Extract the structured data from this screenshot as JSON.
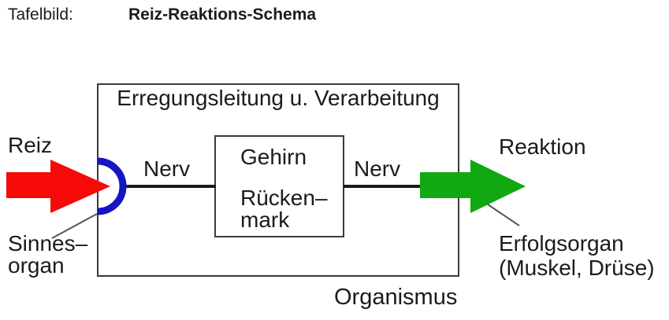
{
  "header": {
    "label": "Tafelbild:",
    "title": "Reiz-Reaktions-Schema"
  },
  "diagram": {
    "outer_box_title": "Erregungsleitung u. Verarbeitung",
    "organism_label": "Organismus",
    "stimulus_label": "Reiz",
    "reaction_label": "Reaktion",
    "nerve_left_label": "Nerv",
    "nerve_right_label": "Nerv",
    "cns_box": {
      "line1": "Gehirn",
      "line2": "Rücken–",
      "line3": "mark"
    },
    "sense_organ": {
      "line1": "Sinnes–",
      "line2": "organ"
    },
    "effector_organ": {
      "line1": "Erfolgsorgan",
      "line2": "(Muskel, Drüse)"
    }
  },
  "colors": {
    "stimulus_arrow": "#f60909",
    "reaction_arrow": "#12a812",
    "synapse_arc": "#1515c4",
    "connector": "#1a1a1a",
    "pointer_line": "#555555"
  }
}
